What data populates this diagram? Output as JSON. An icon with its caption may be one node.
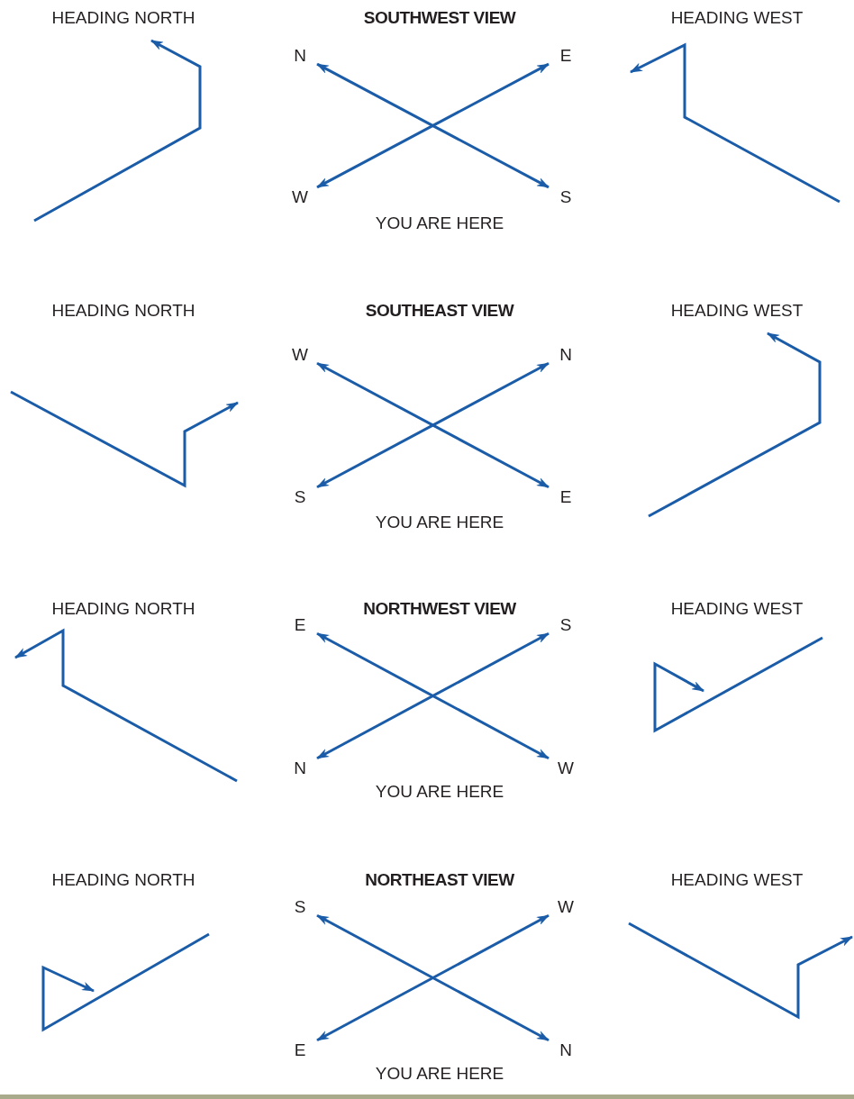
{
  "diagram": {
    "nodes": [
      {
        "text": [
          "N"
        ]
      },
      {
        "text": [
          "E"
        ]
      },
      {
        "text": [
          "W"
        ]
      },
      {
        "text": [
          "S"
        ]
      },
      {
        "text": [
          "W"
        ]
      },
      {
        "text": [
          "N"
        ]
      },
      {
        "text": [
          "S"
        ]
      },
      {
        "text": [
          "E"
        ]
      },
      {
        "text": [
          "E"
        ]
      },
      {
        "text": [
          "S"
        ]
      },
      {
        "text": [
          "N"
        ]
      },
      {
        "text": [
          "W"
        ]
      },
      {
        "text": [
          "S"
        ]
      },
      {
        "text": [
          "W"
        ]
      },
      {
        "text": [
          "E"
        ]
      },
      {
        "text": [
          "N"
        ]
      }
    ],
    "edges": [
      {
        "from": 0,
        "to": 3,
        "arrow": "both"
      },
      {
        "from": 2,
        "to": 1,
        "arrow": "both"
      },
      {
        "from": 4,
        "to": 7,
        "arrow": "both"
      },
      {
        "from": 6,
        "to": 5,
        "arrow": "both"
      },
      {
        "from": 8,
        "to": 11,
        "arrow": "both"
      },
      {
        "from": 10,
        "to": 9,
        "arrow": "both"
      },
      {
        "from": 12,
        "to": 15,
        "arrow": "both"
      },
      {
        "from": 14,
        "to": 13,
        "arrow": "both"
      }
    ],
    "labels": [
      "HEADING NORTH",
      "SOUTHWEST VIEW",
      "HEADING WEST",
      "YOU ARE HERE",
      "HEADING NORTH",
      "SOUTHEAST VIEW",
      "HEADING WEST",
      "YOU ARE HERE",
      "HEADING NORTH",
      "NORTHWEST VIEW",
      "HEADING WEST",
      "YOU ARE HERE",
      "HEADING NORTH",
      "NORTHEAST VIEW",
      "HEADING WEST",
      "YOU ARE HERE"
    ]
  }
}
